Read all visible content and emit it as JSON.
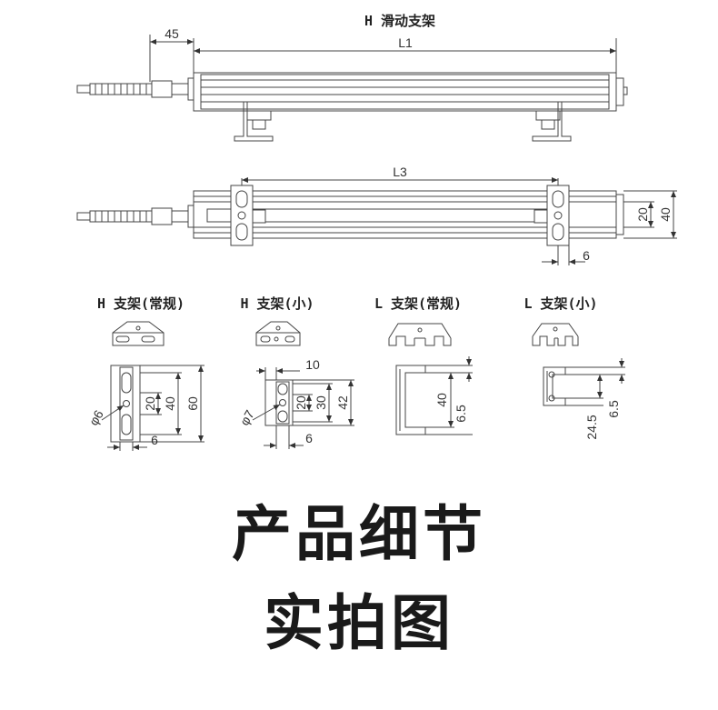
{
  "labels": {
    "top_title": "H 滑动支架",
    "bracket_h_normal": "H 支架(常规)",
    "bracket_h_small": "H 支架(小)",
    "bracket_l_normal": "L 支架(常规)",
    "bracket_l_small": "L 支架(小)"
  },
  "dims": {
    "d45": "45",
    "l1": "L1",
    "l3": "L3",
    "d20": "20",
    "d40": "40",
    "d6": "6",
    "phi6": "φ6",
    "phi7": "φ7",
    "d60": "60",
    "d10": "10",
    "d30": "30",
    "d42": "42",
    "d6_5": "6.5",
    "d24_5": "24.5"
  },
  "headings": {
    "line1": "产品细节",
    "line2": "实拍图"
  }
}
